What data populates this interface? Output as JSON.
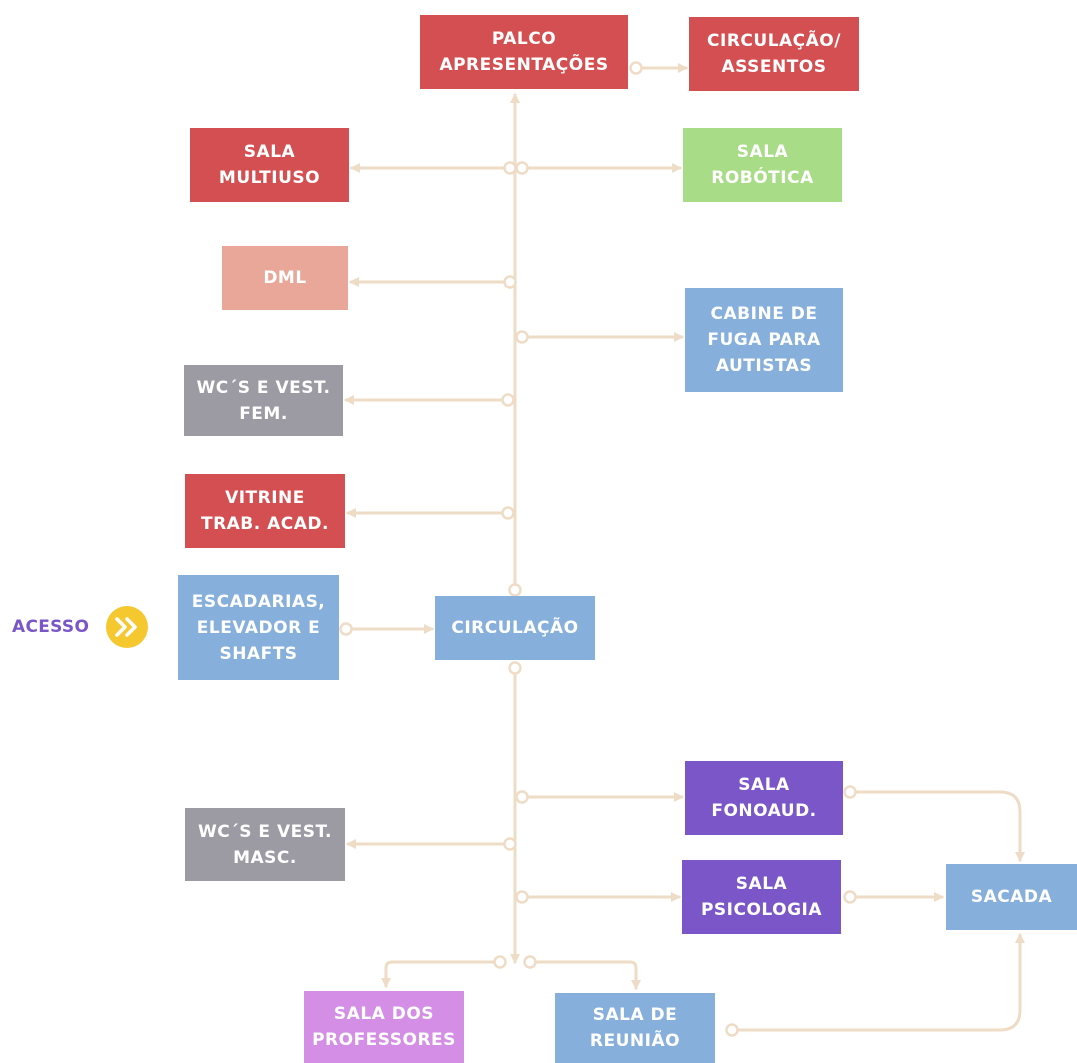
{
  "colors": {
    "red": "#d44f51",
    "green": "#a8dc86",
    "salmon": "#e8a799",
    "gray": "#9c9aa2",
    "blue": "#86afdb",
    "purple": "#7a56c9",
    "pink": "#d48ee6",
    "connector": "#efdcc6",
    "accent_yellow": "#f5c830"
  },
  "access": {
    "label": "ACESSO",
    "icon": "double-chevron-right-icon"
  },
  "boxes": {
    "palco": {
      "label": "PALCO\nAPRESENTAÇÕES",
      "color": "red"
    },
    "circulacao_assentos": {
      "label": "CIRCULAÇÃO/\nASSENTOS",
      "color": "red"
    },
    "sala_multiuso": {
      "label": "SALA\nMULTIUSO",
      "color": "red"
    },
    "sala_robotica": {
      "label": "SALA\nROBÓTICA",
      "color": "green"
    },
    "dml": {
      "label": "DML",
      "color": "salmon"
    },
    "cabine_fuga": {
      "label": "CABINE DE\nFUGA PARA\nAUTISTAS",
      "color": "blue"
    },
    "wc_fem": {
      "label": "WC´S E VEST.\nFEM.",
      "color": "gray"
    },
    "vitrine": {
      "label": "VITRINE\nTRAB. ACAD.",
      "color": "red"
    },
    "escadarias": {
      "label": "ESCADARIAS,\nELEVADOR E\nSHAFTS",
      "color": "blue"
    },
    "circulacao": {
      "label": "CIRCULAÇÃO",
      "color": "blue"
    },
    "sala_fonoaud": {
      "label": "SALA\nFONOAUD.",
      "color": "purple"
    },
    "wc_masc": {
      "label": "WC´S E VEST.\nMASC.",
      "color": "gray"
    },
    "sala_psicologia": {
      "label": "SALA\nPSICOLOGIA",
      "color": "purple"
    },
    "sacada": {
      "label": "SACADA",
      "color": "blue"
    },
    "sala_professores": {
      "label": "SALA DOS\nPROFESSORES",
      "color": "pink"
    },
    "sala_reuniao": {
      "label": "SALA DE\nREUNIÃO",
      "color": "blue"
    }
  },
  "connections": [
    {
      "from": "circulacao",
      "to": "palco"
    },
    {
      "from": "palco",
      "to": "circulacao_assentos"
    },
    {
      "from": "circulacao",
      "to": "sala_multiuso"
    },
    {
      "from": "circulacao",
      "to": "sala_robotica"
    },
    {
      "from": "circulacao",
      "to": "dml"
    },
    {
      "from": "circulacao",
      "to": "cabine_fuga"
    },
    {
      "from": "circulacao",
      "to": "wc_fem"
    },
    {
      "from": "circulacao",
      "to": "vitrine"
    },
    {
      "from": "escadarias",
      "to": "circulacao"
    },
    {
      "from": "circulacao",
      "to": "sala_fonoaud"
    },
    {
      "from": "circulacao",
      "to": "wc_masc"
    },
    {
      "from": "circulacao",
      "to": "sala_psicologia"
    },
    {
      "from": "circulacao",
      "to": "sala_professores"
    },
    {
      "from": "circulacao",
      "to": "sala_reuniao"
    },
    {
      "from": "sala_fonoaud",
      "to": "sacada"
    },
    {
      "from": "sala_psicologia",
      "to": "sacada"
    },
    {
      "from": "sala_reuniao",
      "to": "sacada"
    }
  ]
}
